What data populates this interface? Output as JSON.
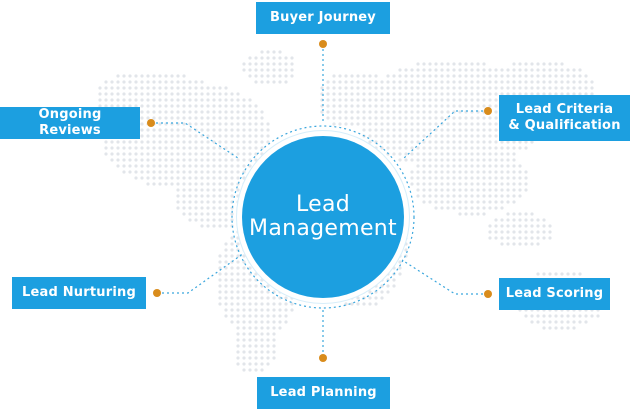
{
  "center": {
    "line1": "Lead",
    "line2": "Management"
  },
  "nodes": {
    "buyer_journey": "Buyer Journey",
    "lead_criteria": "Lead Criteria\n& Qualification",
    "ongoing_reviews": "Ongoing Reviews",
    "lead_nurturing": "Lead Nurturing",
    "lead_scoring": "Lead Scoring",
    "lead_planning": "Lead Planning"
  },
  "colors": {
    "primary_blue": "#1c9fe0",
    "connector_dot": "#d98c1c",
    "map_dots": "#e2e5ea",
    "dashed_line": "#3aa6dd"
  },
  "decor": {
    "background": "dotted-world-map"
  }
}
